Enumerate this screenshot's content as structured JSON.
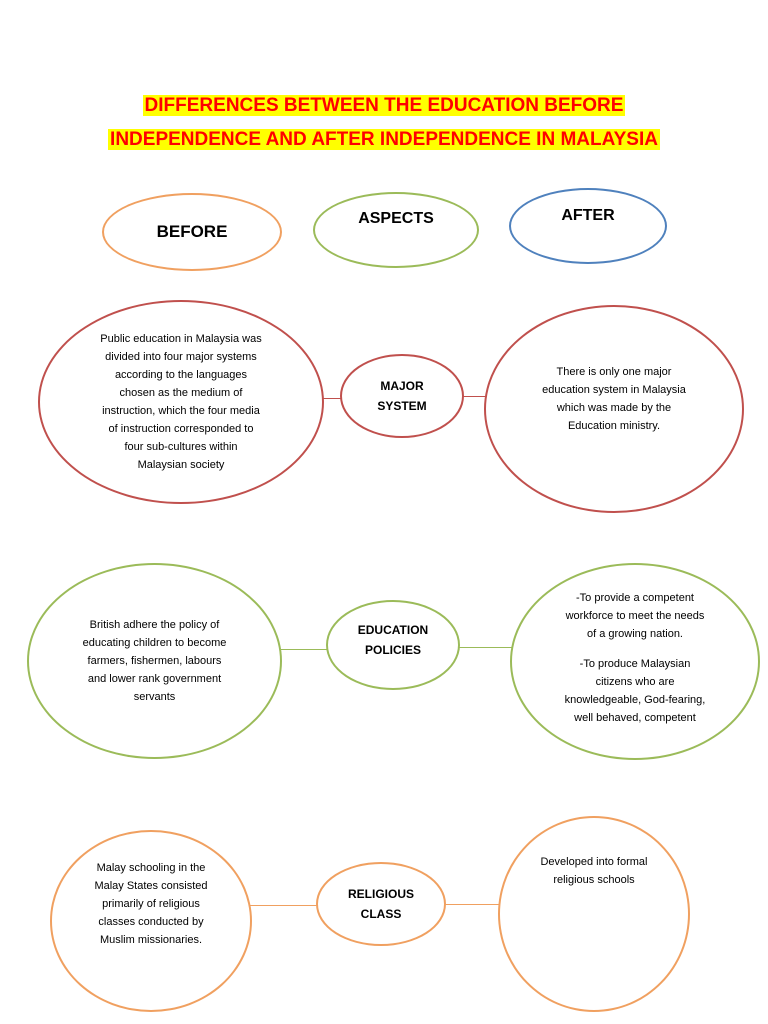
{
  "title": {
    "line1": "DIFFERENCES BETWEEN THE EDUCATION BEFORE",
    "line2": "INDEPENDENCE AND AFTER INDEPENDENCE IN MALAYSIA"
  },
  "headers": {
    "before": "BEFORE",
    "aspects": "ASPECTS",
    "after": "AFTER"
  },
  "rows": [
    {
      "aspect_line1": "MAJOR",
      "aspect_line2": "SYSTEM",
      "before_lines": [
        "Public education in Malaysia was",
        "divided into four major systems",
        "according to the languages",
        "chosen as the medium of",
        "instruction, which the four media",
        "of instruction corresponded to",
        "four sub-cultures within",
        "Malaysian society"
      ],
      "after_lines": [
        "There is only one major",
        "education system in Malaysia",
        "which was made by the",
        "Education ministry."
      ]
    },
    {
      "aspect_line1": "EDUCATION",
      "aspect_line2": "POLICIES",
      "before_lines": [
        "British adhere the policy of",
        "educating children to become",
        "farmers, fishermen, labours",
        "and lower rank government",
        "servants"
      ],
      "after_para1": [
        "-To provide a competent",
        "workforce to meet the needs",
        "of a growing nation."
      ],
      "after_para2": [
        "-To produce Malaysian",
        "citizens who are",
        "knowledgeable, God-fearing,",
        "well behaved, competent"
      ]
    },
    {
      "aspect_line1": "RELIGIOUS",
      "aspect_line2": "CLASS",
      "before_lines": [
        "Malay schooling in the",
        "Malay States consisted",
        "primarily of religious",
        "classes conducted by",
        "Muslim missionaries."
      ],
      "after_lines": [
        "Developed into formal",
        "religious schools"
      ]
    }
  ],
  "colors": {
    "title_text": "#ff0000",
    "title_highlight": "#ffff00",
    "orange": "#f0a060",
    "green": "#9bbb59",
    "blue": "#4f81bd",
    "red": "#c0504d"
  }
}
